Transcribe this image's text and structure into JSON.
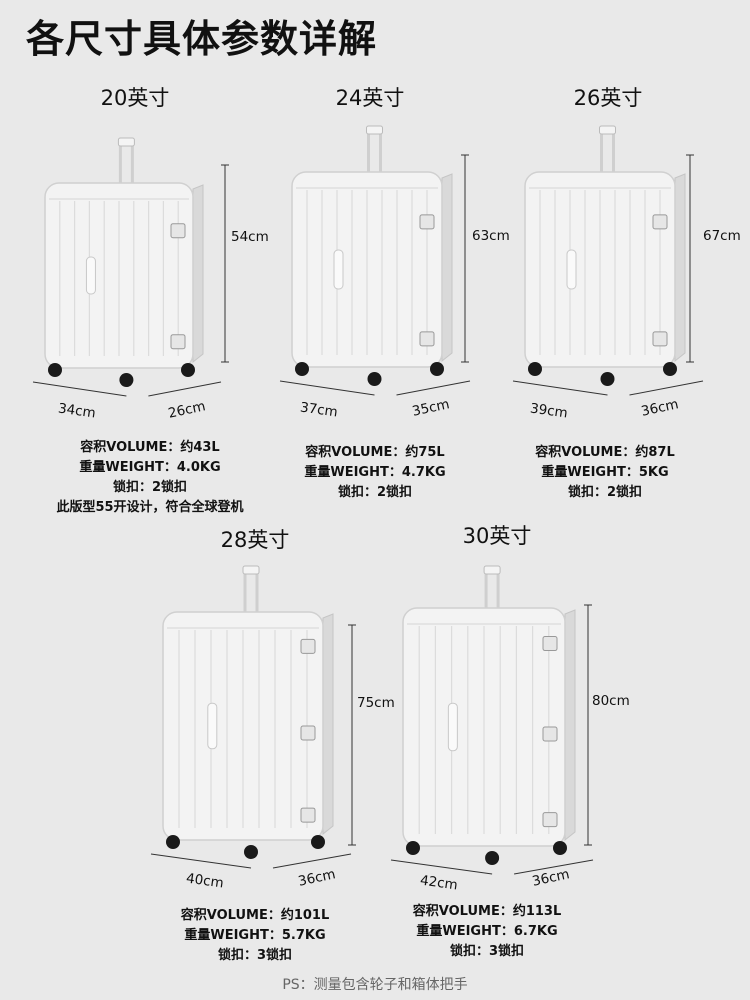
{
  "title": "各尺寸具体参数详解",
  "sizes": [
    {
      "label": "20英寸",
      "height": "54cm",
      "width": "34cm",
      "depth": "26cm",
      "volume": "容积VOLUME：约43L",
      "weight": "重量WEIGHT：4.0KG",
      "lock": "锁扣：2锁扣",
      "note": "此版型55开设计，符合全球登机"
    },
    {
      "label": "24英寸",
      "height": "63cm",
      "width": "37cm",
      "depth": "35cm",
      "volume": "容积VOLUME：约75L",
      "weight": "重量WEIGHT：4.7KG",
      "lock": "锁扣：2锁扣"
    },
    {
      "label": "26英寸",
      "height": "67cm",
      "width": "39cm",
      "depth": "36cm",
      "volume": "容积VOLUME：约87L",
      "weight": "重量WEIGHT：5KG",
      "lock": "锁扣：2锁扣"
    },
    {
      "label": "28英寸",
      "height": "75cm",
      "width": "40cm",
      "depth": "36cm",
      "volume": "容积VOLUME：约101L",
      "weight": "重量WEIGHT：5.7KG",
      "lock": "锁扣：3锁扣"
    },
    {
      "label": "30英寸",
      "height": "80cm",
      "width": "42cm",
      "depth": "36cm",
      "volume": "容积VOLUME：约113L",
      "weight": "重量WEIGHT：6.7KG",
      "lock": "锁扣：3锁扣"
    }
  ],
  "footnote": "PS：测量包含轮子和箱体把手",
  "colors": {
    "background": "#e9e9e9",
    "suitcase": "#f3f3f3",
    "wheel": "#1a1a1a",
    "footnote": "#666666"
  }
}
